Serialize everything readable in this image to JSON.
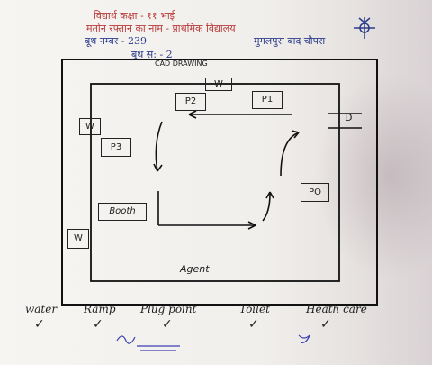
{
  "header": {
    "line1": "विद्यार्थ कक्षा - ११ भाई",
    "line2": "मतोन रफ्तान का नाम - प्राथमिक विद्यालय",
    "line3": "बूथ नम्बर - 239",
    "line3_place": "मुगलपुरा बाद चौपरा",
    "sheet_no": "बुथ सं: - 2"
  },
  "drawing": {
    "title": "CAD DRAWING",
    "labels": {
      "w_top": "W",
      "w_left_top": "W",
      "w_left_bottom": "W",
      "p1": "P1",
      "p2": "P2",
      "p3": "P3",
      "po": "PO",
      "booth": "Booth",
      "door": "D",
      "agent": "Agent"
    }
  },
  "checklist": {
    "items": [
      {
        "label": "water",
        "checked": true
      },
      {
        "label": "Ramp",
        "checked": true
      },
      {
        "label": "Plug point",
        "checked": true
      },
      {
        "label": "Toilet",
        "checked": true
      },
      {
        "label": "Heath care",
        "checked": true
      }
    ],
    "check_glyph": "✓"
  }
}
